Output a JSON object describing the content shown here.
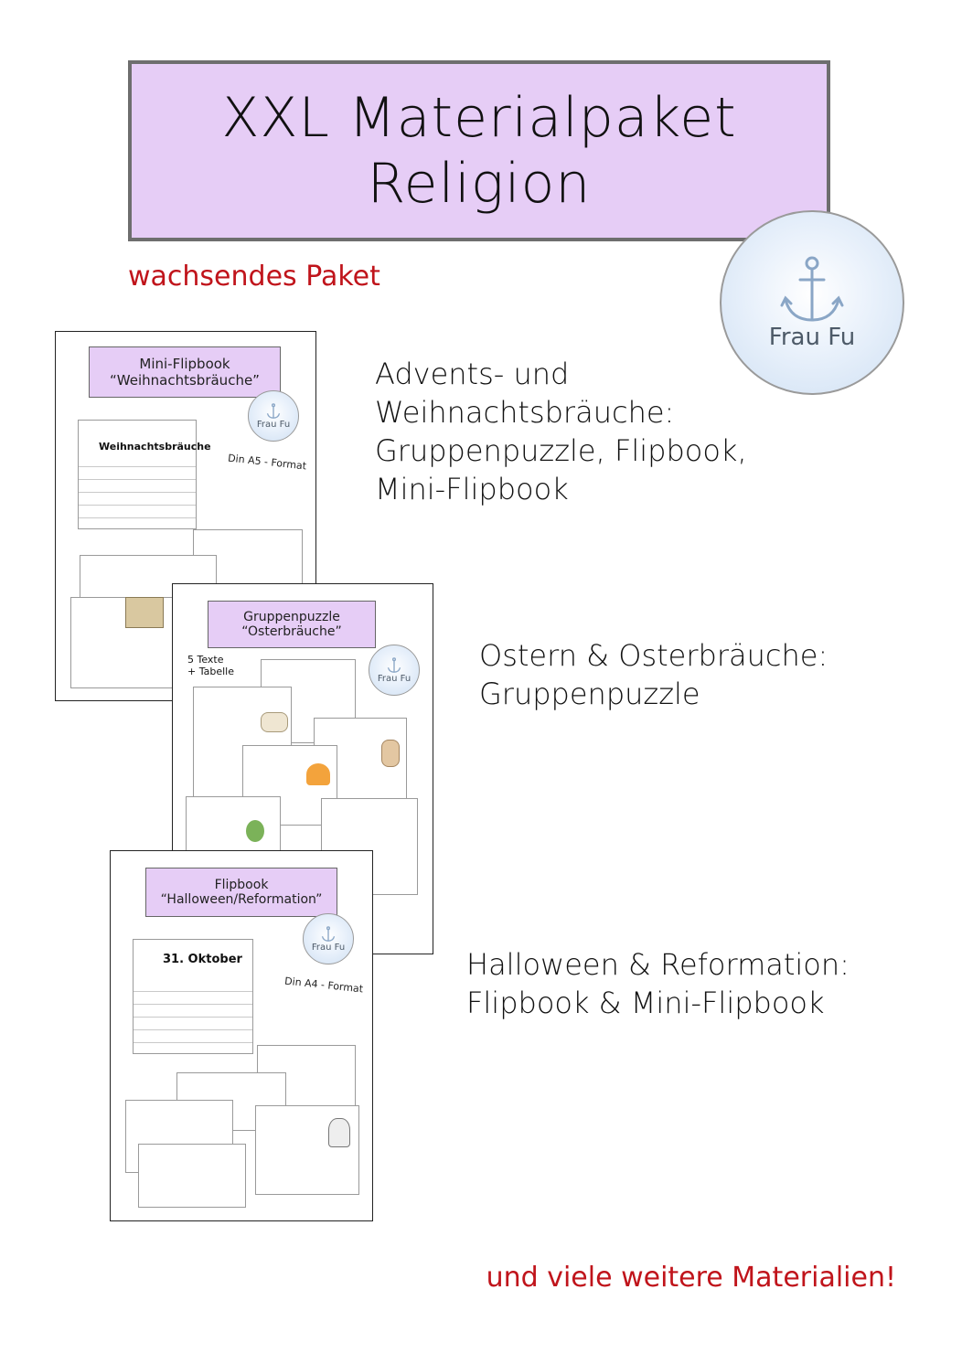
{
  "header": {
    "title_line1": "XXL Materialpaket",
    "title_line2": "Religion",
    "subtitle": "wachsendes Paket"
  },
  "brand": {
    "logo_text": "Frau Fu",
    "accent": "#e6cdf6",
    "red": "#c0141b"
  },
  "previews": [
    {
      "label_line1": "Mini-Flipbook",
      "label_line2": "“Weihnachtsbräuche”",
      "banner": "Weihnachtsbräuche",
      "format": "Din A5 - Format"
    },
    {
      "label_line1": "Gruppenpuzzle",
      "label_line2": "“Osterbräuche”",
      "note_line1": "5 Texte",
      "note_line2": "+ Tabelle"
    },
    {
      "label_line1": "Flipbook",
      "label_line2": "“Halloween/Reformation”",
      "banner": "31. Oktober",
      "format": "Din A4 - Format"
    }
  ],
  "captions": [
    {
      "lines": [
        "Advents- und",
        "Weihnachtsbräuche:",
        "Gruppenpuzzle, Flipbook,",
        "Mini-Flipbook"
      ]
    },
    {
      "lines": [
        "Ostern & Osterbräuche:",
        "Gruppenpuzzle"
      ]
    },
    {
      "lines": [
        "Halloween & Reformation:",
        "Flipbook & Mini-Flipbook"
      ]
    }
  ],
  "footer": "und viele weitere Materialien!"
}
